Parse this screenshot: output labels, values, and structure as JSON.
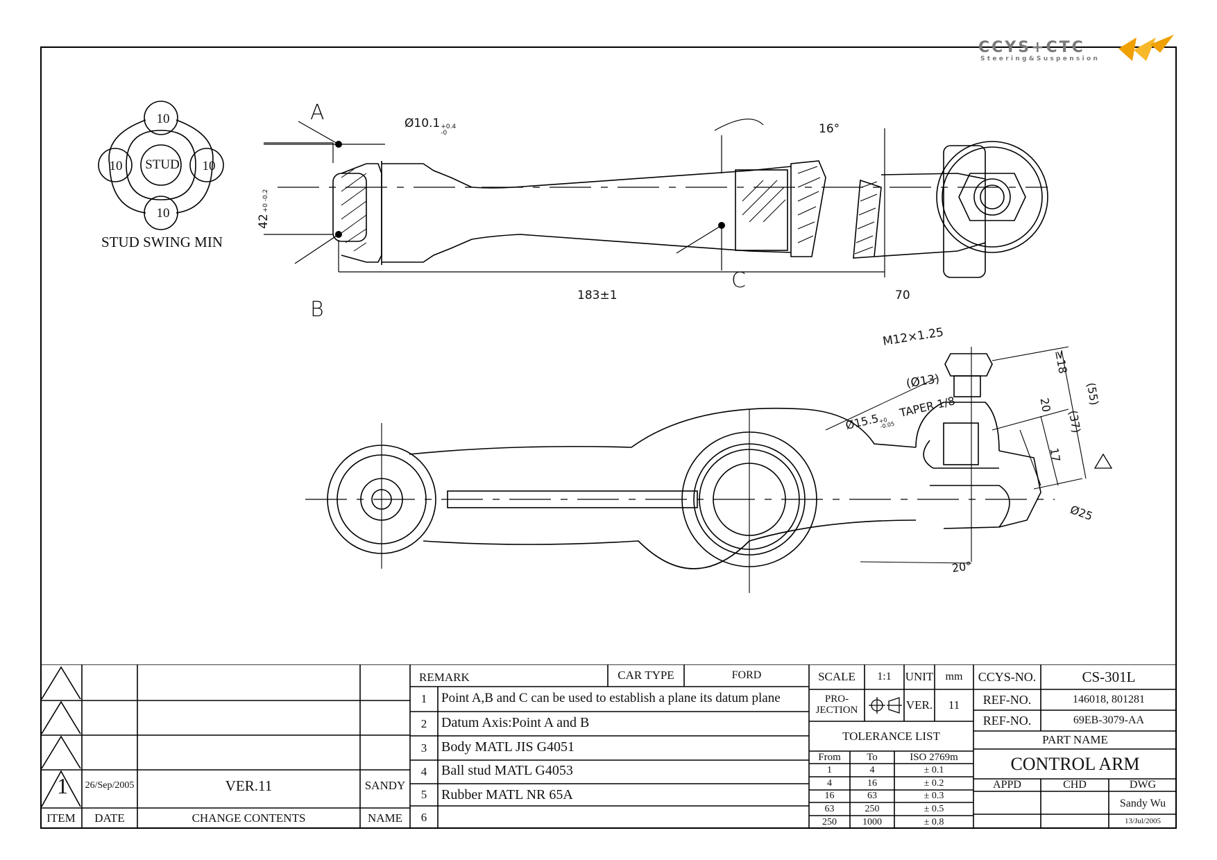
{
  "logo": {
    "brand": "CCYS+CTC",
    "tagline": "Steering&Suspension",
    "accent_color": "#f0a000"
  },
  "stud_swing": {
    "center": "STUD",
    "angles": [
      "10",
      "10",
      "10",
      "10"
    ],
    "caption": "STUD SWING MIN"
  },
  "top_view": {
    "point_a": "A",
    "point_b": "B",
    "point_c": "C",
    "dim_dia": "Ø10.1",
    "dim_dia_tol_plus": "+0.4",
    "dim_dia_tol_minus": "-0",
    "dim_height": "42",
    "dim_height_tol": "+0 -0.2",
    "dim_angle": "16°",
    "dim_length_main": "183±1",
    "dim_length_end": "70"
  },
  "side_view": {
    "thread": "M12×1.25",
    "dia13": "(Ø13)",
    "taper": "Ø15.5",
    "taper_tol_plus": "+0",
    "taper_tol_minus": "-0.05",
    "taper_label": "TAPER 1/8",
    "d18": "≥18",
    "d20": "20",
    "d17": "17",
    "d37": "(37)",
    "d55": "(55)",
    "d25": "Ø25",
    "angle20": "20°"
  },
  "revisions": {
    "rows": [
      {
        "item": "",
        "date": "",
        "contents": "",
        "name": ""
      },
      {
        "item": "",
        "date": "",
        "contents": "",
        "name": ""
      },
      {
        "item": "",
        "date": "",
        "contents": "",
        "name": ""
      },
      {
        "item": "1",
        "date": "26/Sep/2005",
        "contents": "VER.11",
        "name": "SANDY"
      }
    ],
    "headers": {
      "item": "ITEM",
      "date": "DATE",
      "contents": "CHANGE CONTENTS",
      "name": "NAME"
    }
  },
  "remarks": {
    "header": "REMARK",
    "car_type_label": "CAR TYPE",
    "car_type": "FORD",
    "items": [
      {
        "no": "1",
        "text": "Point A,B and C can be used to establish a plane its datum plane"
      },
      {
        "no": "2",
        "text": "Datum Axis:Point A and B"
      },
      {
        "no": "3",
        "text": "Body MATL JIS G4051"
      },
      {
        "no": "4",
        "text": "Ball stud MATL G4053"
      },
      {
        "no": "5",
        "text": "Rubber MATL NR 65A"
      },
      {
        "no": "6",
        "text": ""
      }
    ]
  },
  "spec": {
    "scale_label": "SCALE",
    "scale": "1:1",
    "unit_label": "UNIT",
    "unit": "mm",
    "projection_label": "PRO-JECTION",
    "ver_label": "VER.",
    "ver": "11",
    "tolerance_title": "TOLERANCE LIST",
    "tolerance_headers": [
      "From",
      "To",
      "ISO 2769m"
    ],
    "tolerance_rows": [
      [
        "1",
        "4",
        "± 0.1"
      ],
      [
        "4",
        "16",
        "± 0.2"
      ],
      [
        "16",
        "63",
        "± 0.3"
      ],
      [
        "63",
        "250",
        "± 0.5"
      ],
      [
        "250",
        "1000",
        "± 0.8"
      ]
    ]
  },
  "title_block": {
    "ccys_label": "CCYS-NO.",
    "ccys_no": "CS-301L",
    "ref_label_1": "REF-NO.",
    "ref_no_1": "146018, 801281",
    "ref_label_2": "REF-NO.",
    "ref_no_2": "69EB-3079-AA",
    "part_name_label": "PART NAME",
    "part_name": "CONTROL ARM",
    "appd": "APPD",
    "chd": "CHD",
    "dwg": "DWG",
    "drawn_by": "Sandy Wu",
    "drawn_date": "13/Jul/2005"
  }
}
